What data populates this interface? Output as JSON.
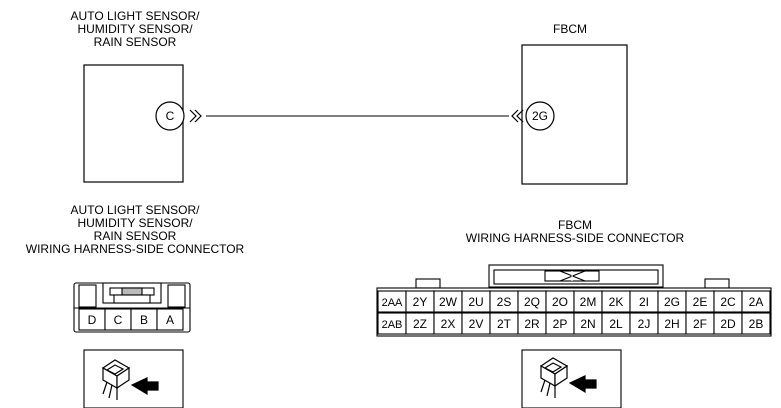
{
  "sensor": {
    "title_lines": [
      "AUTO LIGHT SENSOR/",
      "HUMIDITY SENSOR/",
      "RAIN SENSOR"
    ],
    "terminal": "C",
    "connector_title_lines": [
      "AUTO LIGHT SENSOR/",
      "HUMIDITY SENSOR/",
      "RAIN SENSOR",
      "WIRING HARNESS-SIDE CONNECTOR"
    ],
    "pins": [
      "D",
      "C",
      "B",
      "A"
    ]
  },
  "fbcm": {
    "title": "FBCM",
    "terminal": "2G",
    "connector_title_lines": [
      "FBCM",
      "WIRING HARNESS-SIDE CONNECTOR"
    ],
    "row1": [
      "2AA",
      "2Y",
      "2W",
      "2U",
      "2S",
      "2Q",
      "2O",
      "2M",
      "2K",
      "2I",
      "2G",
      "2E",
      "2C",
      "2A"
    ],
    "row2": [
      "2AB",
      "2Z",
      "2X",
      "2V",
      "2T",
      "2R",
      "2P",
      "2N",
      "2L",
      "2J",
      "2H",
      "2F",
      "2D",
      "2B"
    ]
  },
  "icons": [
    "harness-connector-icon",
    "insertion-arrow-icon"
  ]
}
